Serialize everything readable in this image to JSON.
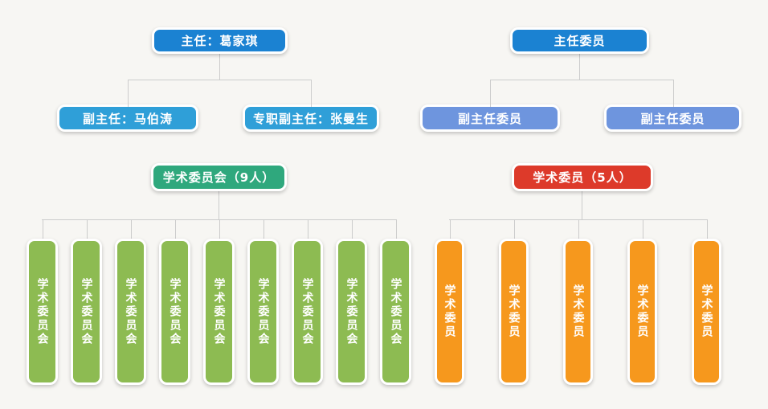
{
  "colors": {
    "page-bg": "#f7f6f3",
    "primary-blue": "#1b82d2",
    "light-blue": "#2f9fd8",
    "periwinkle": "#6e95de",
    "teal-green": "#2fa87d",
    "leaf-green": "#8dbb52",
    "red": "#dd3a2a",
    "orange": "#f6981d",
    "connector": "#cccccc",
    "node-border": "#ffffff",
    "node-text": "#ffffff"
  },
  "director_tree": {
    "root": {
      "label": "主任：葛家琪"
    },
    "deputies": [
      {
        "label": "副主任：马伯涛"
      },
      {
        "label": "专职副主任：张曼生"
      }
    ],
    "committee": {
      "label": "学术委员会（9人）"
    },
    "committee_members": [
      {
        "label": "学术委员会"
      },
      {
        "label": "学术委员会"
      },
      {
        "label": "学术委员会"
      },
      {
        "label": "学术委员会"
      },
      {
        "label": "学术委员会"
      },
      {
        "label": "学术委员会"
      },
      {
        "label": "学术委员会"
      },
      {
        "label": "学术委员会"
      },
      {
        "label": "学术委员会"
      }
    ]
  },
  "members_tree": {
    "root": {
      "label": "主任委员"
    },
    "deputies": [
      {
        "label": "副主任委员"
      },
      {
        "label": "副主任委员"
      }
    ],
    "committee": {
      "label": "学术委员（5人）"
    },
    "committee_members": [
      {
        "label": "学术委员"
      },
      {
        "label": "学术委员"
      },
      {
        "label": "学术委员"
      },
      {
        "label": "学术委员"
      },
      {
        "label": "学术委员"
      }
    ]
  }
}
